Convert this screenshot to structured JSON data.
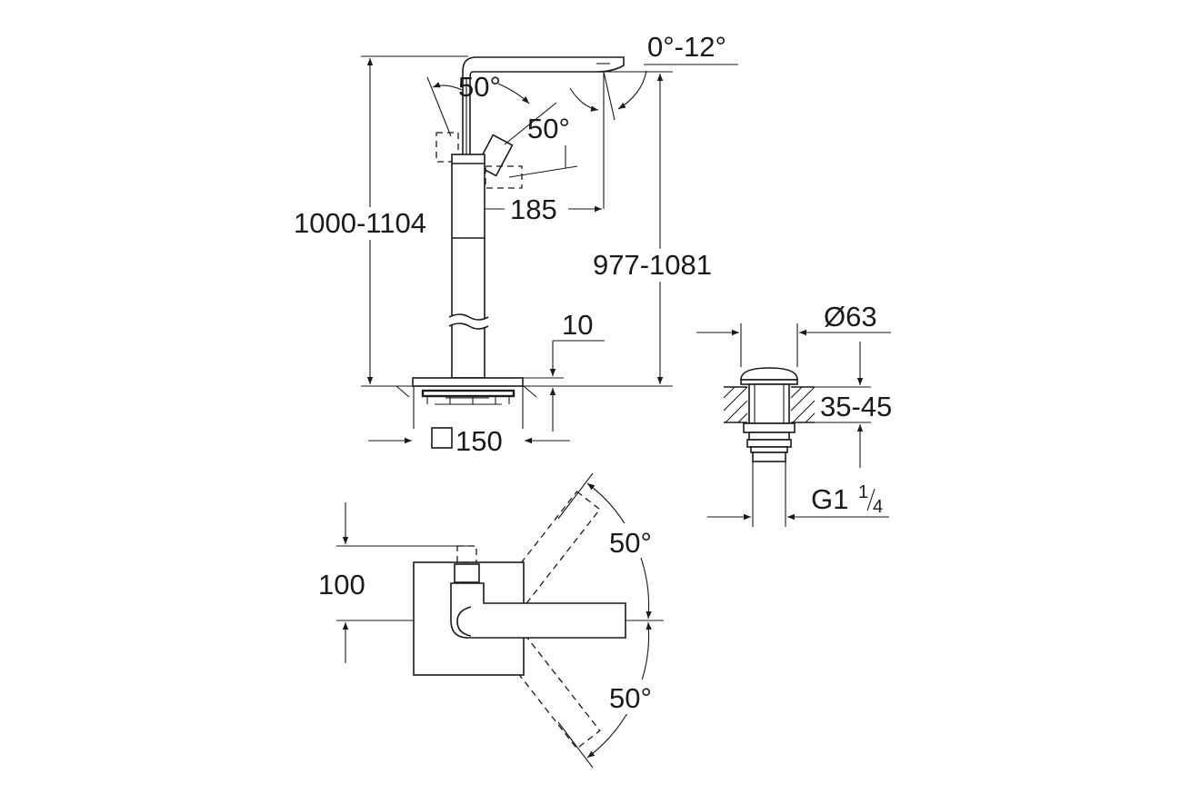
{
  "drawing": {
    "labels": {
      "spout_tilt": "0°-12°",
      "lever_angle_front": "50°",
      "lever_angle_side": "50°",
      "total_height": "1000-1104",
      "spout_reach": "185",
      "outlet_height": "977-1081",
      "base_thickness": "10",
      "base_size": "150",
      "waste_diameter": "Ø63",
      "waste_thickness": "35-45",
      "thread_main": "G1",
      "thread_num": "1",
      "thread_den": "4",
      "top_offset": "100",
      "top_angle_upper": "50°",
      "top_angle_lower": "50°"
    },
    "colors": {
      "ink": "#1a1a1a",
      "background": "#ffffff"
    }
  }
}
